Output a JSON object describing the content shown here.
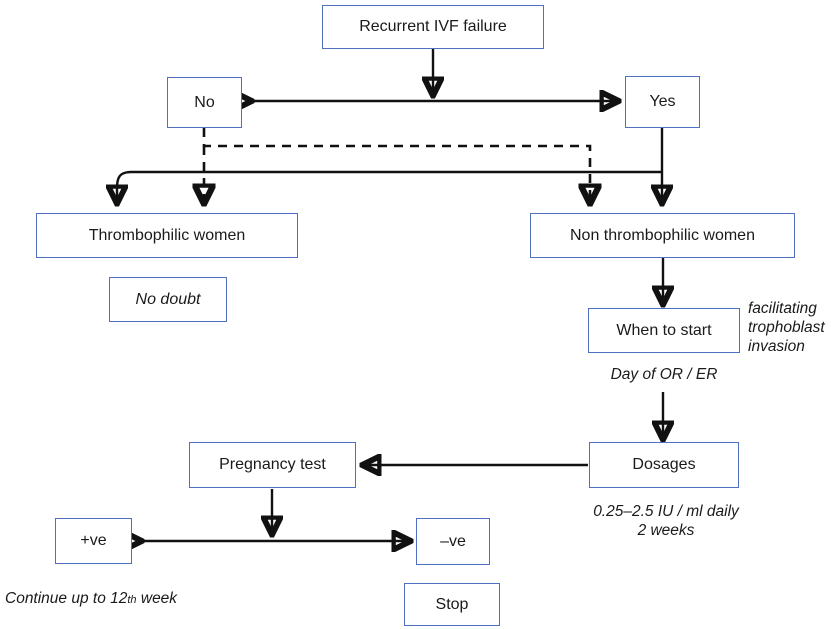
{
  "diagram": {
    "title": "Recurrent IVF failure management flowchart",
    "box_border_color": "#4f6fc0",
    "line_color": "#111111",
    "nodes": {
      "recurrent_ivf_failure": "Recurrent IVF failure",
      "no": "No",
      "yes": "Yes",
      "thrombophilic_women": "Thrombophilic women",
      "non_thrombophilic_women": "Non thrombophilic women",
      "no_doubt": "No doubt",
      "when_to_start": "When to start",
      "dosages": "Dosages",
      "pregnancy_test": "Pregnancy test",
      "positive": "+ve",
      "negative": "–ve",
      "stop": "Stop"
    },
    "notes": {
      "facilitating": "facilitating\ntrophoblast\ninvasion",
      "day_of_or_er": "Day of OR / ER",
      "dosage_detail": "0.25–2.5 IU / ml daily\n2 weeks",
      "continue_prefix": "Continue up to 12",
      "continue_suffix": "th",
      "continue_tail": " week"
    }
  }
}
